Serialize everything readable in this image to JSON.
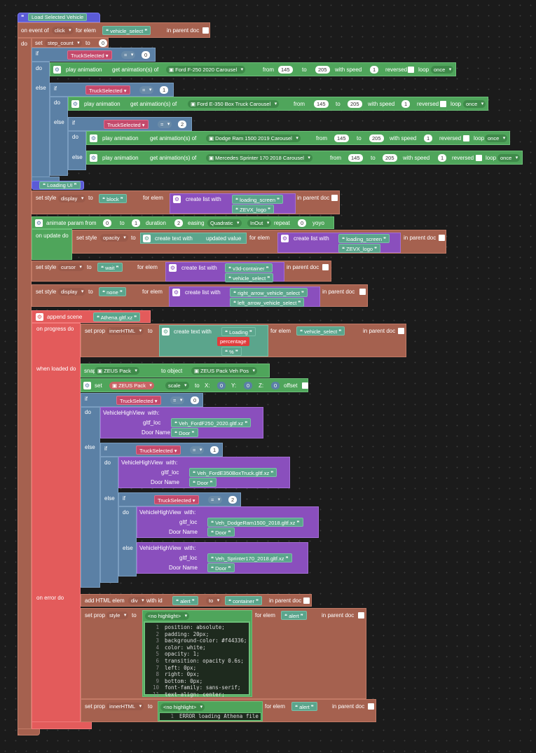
{
  "hdr": {
    "label": "Load Selected Vehicle"
  },
  "event": {
    "on_event_of": "on event of",
    "evt": "click",
    "for_elem": "for elem",
    "elem": "vehicle_select",
    "in_parent_doc": "in parent doc"
  },
  "do": "do",
  "set": {
    "label": "set",
    "var": "step_count",
    "to": "to",
    "value": "0"
  },
  "if1": {
    "if": "if",
    "var": "TruckSelected",
    "op": "=",
    "val": "0",
    "do": "do",
    "else": "else"
  },
  "anim": {
    "play": "play animation",
    "get": "get animation(s) of",
    "from": "from",
    "to": "to",
    "with_speed": "with speed",
    "reversed": "reversed",
    "loop": "loop",
    "loop_val": "once",
    "from_val": "145",
    "to_val": "205",
    "speed_val": "1"
  },
  "veh": [
    "Ford F-250 2020 Carousel",
    "Ford E-350 Box Truck Carousel",
    "Dodge Ram 1500 2019 Carousel",
    "Mercedes Sprinter 170 2018 Carousel"
  ],
  "vals": [
    "0",
    "1",
    "2"
  ],
  "loading_hdr": "Loading UI",
  "style1": {
    "set_style": "set style",
    "prop": "display",
    "to": "to",
    "val": "block",
    "for_elem": "for elem",
    "create_list": "create list with",
    "items": [
      "loading_screen",
      "ZEVX_logo"
    ],
    "in_parent_doc": "in parent doc"
  },
  "animp": {
    "label": "animate param from",
    "from": "0",
    "to": "to",
    "to_val": "1",
    "duration": "duration",
    "dur_val": "2",
    "easing": "easing",
    "ease1": "Quadratic",
    "ease2": "InOut",
    "repeat": "repeat",
    "rep_val": "0",
    "yoyo": "yoyo",
    "on_update": "on update do",
    "set_style": "set style",
    "prop": "opacity",
    "to2": "to",
    "create_text": "create text with",
    "updated": "updated value",
    "for_elem": "for elem",
    "create_list": "create list with",
    "in_parent_doc": "in parent doc"
  },
  "style2": {
    "prop": "cursor",
    "val": "wait",
    "items": [
      "v3d-container",
      "vehicle_select"
    ]
  },
  "style3": {
    "prop": "display",
    "val": "none",
    "items": [
      "right_arrow_vehicle_select",
      "left_arrow_vehicle_select"
    ]
  },
  "append": {
    "label": "append scene",
    "file": "Athena.gltf.xz",
    "on_progress": "on progress do",
    "set_prop": "set prop",
    "prop": "innerHTML",
    "to": "to",
    "create_text": "create text with",
    "loading": "Loading",
    "percentage": "percentage",
    "pct": "%",
    "for_elem": "for elem",
    "elem": "vehicle_select",
    "in_parent_doc": "in parent doc",
    "when_loaded": "when loaded do",
    "on_error": "on error do"
  },
  "snap": {
    "label": "snap",
    "obj": "ZEUS Pack",
    "to_object": "to object",
    "target": "ZEUS Pack Veh Pos"
  },
  "setscale": {
    "set": "set",
    "obj": "ZEUS Pack",
    "prop": "scale",
    "to": "to",
    "x": "X:",
    "y": "Y:",
    "z": "Z:",
    "xv": "0",
    "yv": "0",
    "zv": "0",
    "offset": "offset"
  },
  "vhv": {
    "label": "VehicleHighView",
    "with": "with:",
    "gltf": "gltf_loc",
    "door": "Door Name",
    "door_val": "Door",
    "files": [
      "Veh_FordF250_2020.gltf.xz",
      "Veh_FordE350BoxTruck.gltf.xz",
      "Veh_DodgeRam1500_2018.gltf.xz",
      "Veh_Sprinter170_2018.gltf.xz"
    ]
  },
  "err": {
    "add_html": "add HTML elem",
    "tag": "div",
    "with_id": "with id",
    "id": "alert",
    "to": "to",
    "container": "container",
    "in_parent_doc": "in parent doc",
    "set_prop": "set prop",
    "prop": "style",
    "for_elem": "for elem",
    "nohl": "<no highlight>",
    "prop2": "innerHTML",
    "errmsg": "ERROR loading Athena file",
    "code": [
      "position: absolute;",
      "padding: 20px;",
      "background-color: #f44336;",
      "color: white;",
      "opacity: 1;",
      "transition: opacity 0.6s;",
      "left: 0px;",
      "right: 0px;",
      "bottom: 0px;",
      "font-family: sans-serif;",
      "text-align: center;"
    ]
  }
}
